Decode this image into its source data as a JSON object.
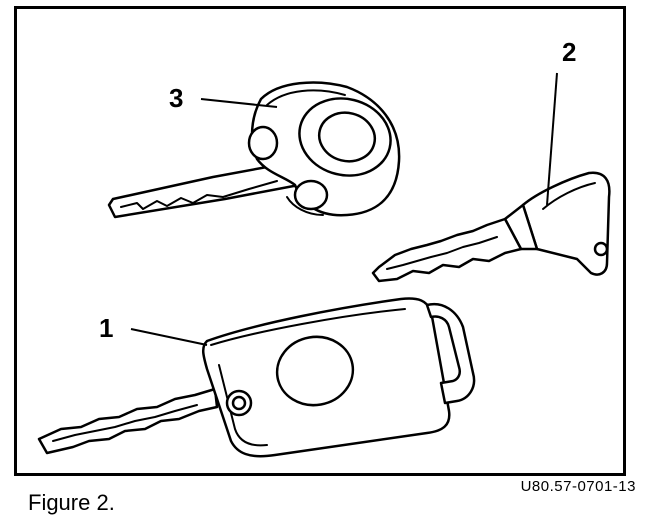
{
  "figure": {
    "caption": "Figure 2.",
    "code": "U80.57-0701-13"
  },
  "callouts": [
    {
      "label": "1"
    },
    {
      "label": "2"
    },
    {
      "label": "3"
    }
  ]
}
